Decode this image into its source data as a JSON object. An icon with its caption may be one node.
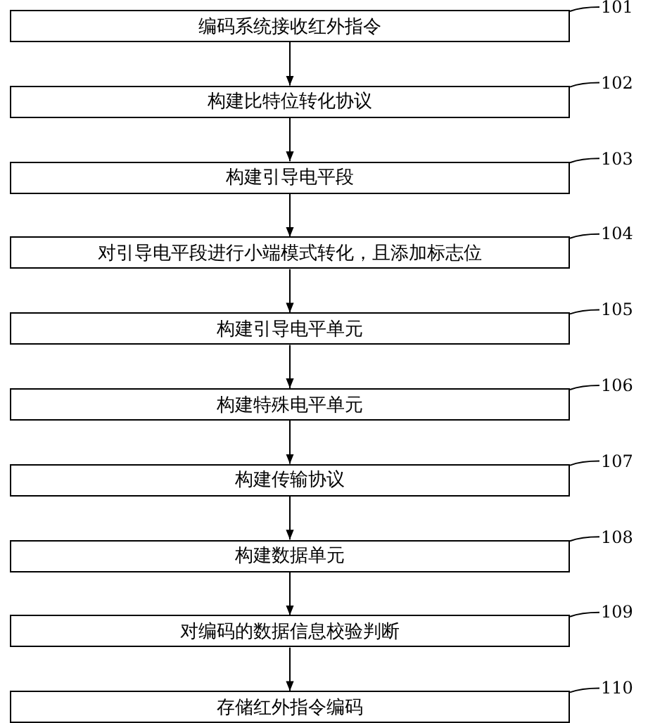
{
  "diagram": {
    "nodes": [
      {
        "text": [
          "编码系统接收红外指令"
        ]
      },
      {
        "text": [
          "构建比特位转化协议"
        ]
      },
      {
        "text": [
          "构建引导电平段"
        ]
      },
      {
        "text": [
          "对引导电平段进行小端模式转化，且添加标志位"
        ]
      },
      {
        "text": [
          "构建引导电平单元"
        ]
      },
      {
        "text": [
          "构建特殊电平单元"
        ]
      },
      {
        "text": [
          "构建传输协议"
        ]
      },
      {
        "text": [
          "构建数据单元"
        ]
      },
      {
        "text": [
          "对编码的数据信息校验判断"
        ]
      },
      {
        "text": [
          "存储红外指令编码"
        ]
      },
      {
        "text": [
          "101"
        ]
      },
      {
        "text": [
          "102"
        ]
      },
      {
        "text": [
          "103"
        ]
      },
      {
        "text": [
          "104"
        ]
      },
      {
        "text": [
          "105"
        ]
      },
      {
        "text": [
          "106"
        ]
      },
      {
        "text": [
          "107"
        ]
      },
      {
        "text": [
          "108"
        ]
      },
      {
        "text": [
          "109"
        ]
      },
      {
        "text": [
          "110"
        ]
      }
    ],
    "edges": [
      {
        "from": 0,
        "to": 1,
        "arrow": "to"
      },
      {
        "from": 1,
        "to": 2,
        "arrow": "to"
      },
      {
        "from": 2,
        "to": 3,
        "arrow": "to"
      },
      {
        "from": 3,
        "to": 4,
        "arrow": "to"
      },
      {
        "from": 4,
        "to": 5,
        "arrow": "to"
      },
      {
        "from": 5,
        "to": 6,
        "arrow": "to"
      },
      {
        "from": 6,
        "to": 7,
        "arrow": "to"
      },
      {
        "from": 7,
        "to": 8,
        "arrow": "to"
      },
      {
        "from": 8,
        "to": 9,
        "arrow": "to"
      },
      {
        "from": 10,
        "to": 0,
        "arrow": "none"
      },
      {
        "from": 11,
        "to": 1,
        "arrow": "none"
      },
      {
        "from": 12,
        "to": 2,
        "arrow": "none"
      },
      {
        "from": 13,
        "to": 3,
        "arrow": "none"
      },
      {
        "from": 14,
        "to": 4,
        "arrow": "none"
      },
      {
        "from": 15,
        "to": 5,
        "arrow": "none"
      },
      {
        "from": 16,
        "to": 6,
        "arrow": "none"
      },
      {
        "from": 17,
        "to": 7,
        "arrow": "none"
      },
      {
        "from": 18,
        "to": 8,
        "arrow": "none"
      },
      {
        "from": 19,
        "to": 9,
        "arrow": "none"
      }
    ]
  }
}
